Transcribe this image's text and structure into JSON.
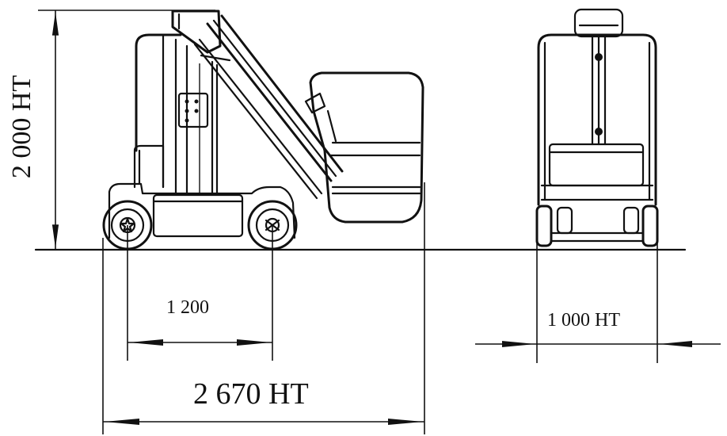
{
  "dimensions": {
    "height_label": "2 000  HT",
    "wheelbase_label": "1 200",
    "length_label": "2 670  HT",
    "width_label": "1 000 HT"
  }
}
